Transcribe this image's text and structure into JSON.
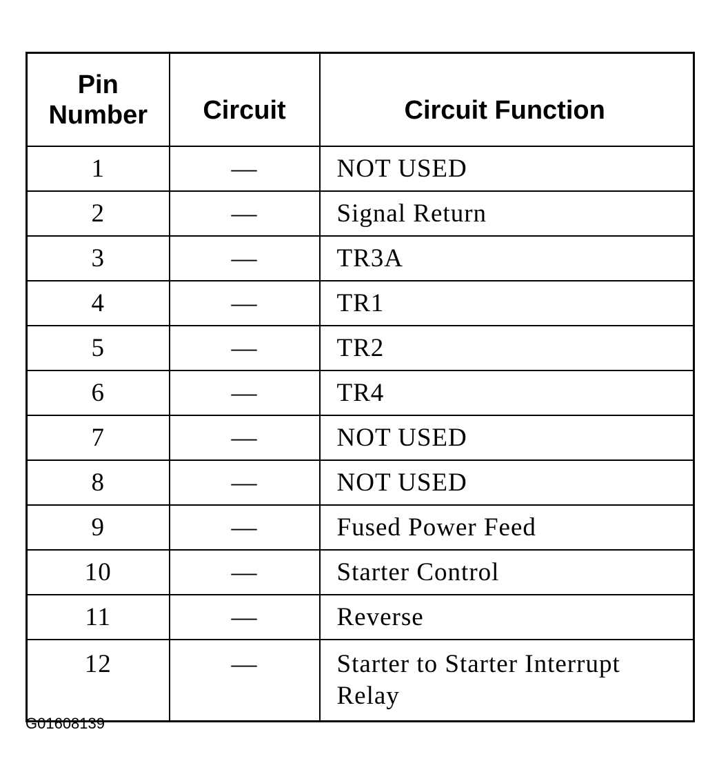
{
  "table": {
    "headers": {
      "pin_number": "Pin\nNumber",
      "circuit": "Circuit",
      "circuit_function": "Circuit Function"
    },
    "rows": [
      {
        "pin": "1",
        "circuit": "—",
        "function": "NOT USED"
      },
      {
        "pin": "2",
        "circuit": "—",
        "function": "Signal Return"
      },
      {
        "pin": "3",
        "circuit": "—",
        "function": "TR3A"
      },
      {
        "pin": "4",
        "circuit": "—",
        "function": "TR1"
      },
      {
        "pin": "5",
        "circuit": "—",
        "function": "TR2"
      },
      {
        "pin": "6",
        "circuit": "—",
        "function": "TR4"
      },
      {
        "pin": "7",
        "circuit": "—",
        "function": "NOT USED"
      },
      {
        "pin": "8",
        "circuit": "—",
        "function": "NOT USED"
      },
      {
        "pin": "9",
        "circuit": "—",
        "function": "Fused Power Feed"
      },
      {
        "pin": "10",
        "circuit": "—",
        "function": "Starter Control"
      },
      {
        "pin": "11",
        "circuit": "—",
        "function": "Reverse"
      },
      {
        "pin": "12",
        "circuit": "—",
        "function": "Starter to Starter Interrupt\nRelay"
      }
    ]
  },
  "figure_id": "G01608139"
}
